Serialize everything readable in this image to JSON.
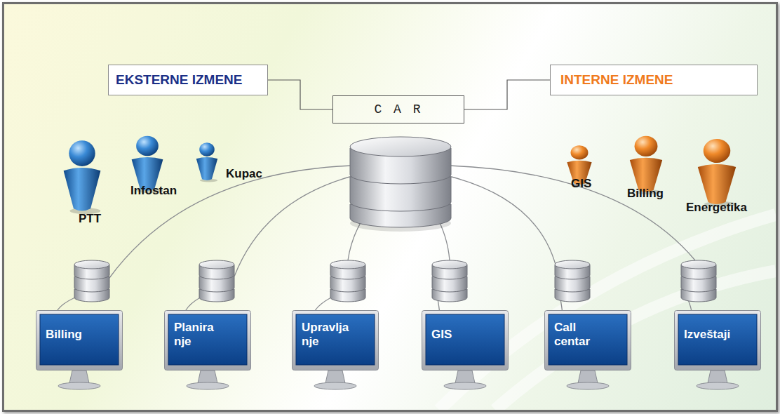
{
  "diagram": {
    "nodes": [
      {
        "text": [
          "EKSTERNE IZMENE"
        ]
      },
      {
        "text": [
          "C A R"
        ]
      },
      {
        "text": [
          "INTERNE IZMENE"
        ]
      },
      {
        "text": [
          "PTT"
        ]
      },
      {
        "text": [
          "Infostan"
        ]
      },
      {
        "text": [
          "Kupac"
        ]
      },
      {
        "text": [
          "GIS"
        ]
      },
      {
        "text": [
          "Billing"
        ]
      },
      {
        "text": [
          "Energetika"
        ]
      },
      {
        "text": [
          "Billing"
        ]
      },
      {
        "text": [
          "Planira nje"
        ]
      },
      {
        "text": [
          "Upravlja nje"
        ]
      },
      {
        "text": [
          "GIS"
        ]
      },
      {
        "text": [
          "Call centar"
        ]
      },
      {
        "text": [
          "Izveštaji"
        ]
      }
    ],
    "edges": [
      {
        "from": 0,
        "to": 1,
        "arrow": "none"
      },
      {
        "from": 2,
        "to": 1,
        "arrow": "none"
      }
    ]
  }
}
